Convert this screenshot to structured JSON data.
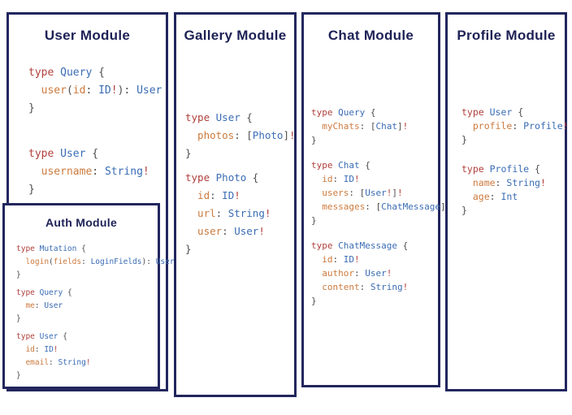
{
  "colors": {
    "navy": "#22265e",
    "title": "#1d2155",
    "kw": "#b0403c",
    "ty": "#3a6cb4",
    "fld": "#cc7a3d",
    "pn": "#4d4d4d",
    "ex": "#b0403c",
    "bg": "#ffffff"
  },
  "modules": [
    {
      "id": "user",
      "title": "User Module",
      "blocks": [
        [
          [
            [
              "kw",
              "type "
            ],
            [
              "ty",
              "Query "
            ],
            [
              "pn",
              "{"
            ]
          ],
          [
            [
              "fld",
              "  user"
            ],
            [
              "pn",
              "("
            ],
            [
              "fld",
              "id"
            ],
            [
              "pn",
              ": "
            ],
            [
              "ty",
              "ID"
            ],
            [
              "ex",
              "!"
            ],
            [
              "pn",
              "): "
            ],
            [
              "ty",
              "User"
            ]
          ],
          [
            [
              "pn",
              "}"
            ]
          ]
        ],
        [
          [
            [
              "kw",
              "type "
            ],
            [
              "ty",
              "User "
            ],
            [
              "pn",
              "{"
            ]
          ],
          [
            [
              "fld",
              "  username"
            ],
            [
              "pn",
              ": "
            ],
            [
              "ty",
              "String"
            ],
            [
              "ex",
              "!"
            ]
          ],
          [
            [
              "pn",
              "}"
            ]
          ]
        ]
      ]
    },
    {
      "id": "auth",
      "title": "Auth Module",
      "blocks": [
        [
          [
            [
              "kw",
              "type "
            ],
            [
              "ty",
              "Mutation "
            ],
            [
              "pn",
              "{"
            ]
          ],
          [
            [
              "fld",
              "  login"
            ],
            [
              "pn",
              "("
            ],
            [
              "fld",
              "fields"
            ],
            [
              "pn",
              ": "
            ],
            [
              "ty",
              "LoginFields"
            ],
            [
              "pn",
              "): "
            ],
            [
              "ty",
              "User"
            ]
          ],
          [
            [
              "pn",
              "}"
            ]
          ]
        ],
        [
          [
            [
              "kw",
              "type "
            ],
            [
              "ty",
              "Query "
            ],
            [
              "pn",
              "{"
            ]
          ],
          [
            [
              "fld",
              "  me"
            ],
            [
              "pn",
              ": "
            ],
            [
              "ty",
              "User"
            ]
          ],
          [
            [
              "pn",
              "}"
            ]
          ]
        ],
        [
          [
            [
              "kw",
              "type "
            ],
            [
              "ty",
              "User "
            ],
            [
              "pn",
              "{"
            ]
          ],
          [
            [
              "fld",
              "  id"
            ],
            [
              "pn",
              ": "
            ],
            [
              "ty",
              "ID"
            ],
            [
              "ex",
              "!"
            ]
          ],
          [
            [
              "fld",
              "  email"
            ],
            [
              "pn",
              ": "
            ],
            [
              "ty",
              "String"
            ],
            [
              "ex",
              "!"
            ]
          ],
          [
            [
              "pn",
              "}"
            ]
          ]
        ]
      ]
    },
    {
      "id": "gallery",
      "title": "Gallery Module",
      "blocks": [
        [
          [
            [
              "kw",
              "type "
            ],
            [
              "ty",
              "User "
            ],
            [
              "pn",
              "{"
            ]
          ],
          [
            [
              "fld",
              "  photos"
            ],
            [
              "pn",
              ": ["
            ],
            [
              "ty",
              "Photo"
            ],
            [
              "pn",
              "]"
            ],
            [
              "ex",
              "!"
            ]
          ],
          [
            [
              "pn",
              "}"
            ]
          ]
        ],
        [
          [
            [
              "kw",
              "type "
            ],
            [
              "ty",
              "Photo "
            ],
            [
              "pn",
              "{"
            ]
          ],
          [
            [
              "fld",
              "  id"
            ],
            [
              "pn",
              ": "
            ],
            [
              "ty",
              "ID"
            ],
            [
              "ex",
              "!"
            ]
          ],
          [
            [
              "fld",
              "  url"
            ],
            [
              "pn",
              ": "
            ],
            [
              "ty",
              "String"
            ],
            [
              "ex",
              "!"
            ]
          ],
          [
            [
              "fld",
              "  user"
            ],
            [
              "pn",
              ": "
            ],
            [
              "ty",
              "User"
            ],
            [
              "ex",
              "!"
            ]
          ],
          [
            [
              "pn",
              "}"
            ]
          ]
        ]
      ]
    },
    {
      "id": "chat",
      "title": "Chat Module",
      "blocks": [
        [
          [
            [
              "kw",
              "type "
            ],
            [
              "ty",
              "Query "
            ],
            [
              "pn",
              "{"
            ]
          ],
          [
            [
              "fld",
              "  myChats"
            ],
            [
              "pn",
              ": ["
            ],
            [
              "ty",
              "Chat"
            ],
            [
              "pn",
              "]"
            ],
            [
              "ex",
              "!"
            ]
          ],
          [
            [
              "pn",
              "}"
            ]
          ]
        ],
        [
          [
            [
              "kw",
              "type "
            ],
            [
              "ty",
              "Chat "
            ],
            [
              "pn",
              "{"
            ]
          ],
          [
            [
              "fld",
              "  id"
            ],
            [
              "pn",
              ": "
            ],
            [
              "ty",
              "ID"
            ],
            [
              "ex",
              "!"
            ]
          ],
          [
            [
              "fld",
              "  users"
            ],
            [
              "pn",
              ": ["
            ],
            [
              "ty",
              "User"
            ],
            [
              "ex",
              "!"
            ],
            [
              "pn",
              "]"
            ],
            [
              "ex",
              "!"
            ]
          ],
          [
            [
              "fld",
              "  messages"
            ],
            [
              "pn",
              ": ["
            ],
            [
              "ty",
              "ChatMessage"
            ],
            [
              "pn",
              "]"
            ],
            [
              "ex",
              "!"
            ]
          ],
          [
            [
              "pn",
              "}"
            ]
          ]
        ],
        [
          [
            [
              "kw",
              "type "
            ],
            [
              "ty",
              "ChatMessage "
            ],
            [
              "pn",
              "{"
            ]
          ],
          [
            [
              "fld",
              "  id"
            ],
            [
              "pn",
              ": "
            ],
            [
              "ty",
              "ID"
            ],
            [
              "ex",
              "!"
            ]
          ],
          [
            [
              "fld",
              "  author"
            ],
            [
              "pn",
              ": "
            ],
            [
              "ty",
              "User"
            ],
            [
              "ex",
              "!"
            ]
          ],
          [
            [
              "fld",
              "  content"
            ],
            [
              "pn",
              ": "
            ],
            [
              "ty",
              "String"
            ],
            [
              "ex",
              "!"
            ]
          ],
          [
            [
              "pn",
              "}"
            ]
          ]
        ]
      ]
    },
    {
      "id": "profile",
      "title": "Profile Module",
      "blocks": [
        [
          [
            [
              "kw",
              "type "
            ],
            [
              "ty",
              "User "
            ],
            [
              "pn",
              "{"
            ]
          ],
          [
            [
              "fld",
              "  profile"
            ],
            [
              "pn",
              ": "
            ],
            [
              "ty",
              "Profile"
            ],
            [
              "ex",
              "!"
            ]
          ],
          [
            [
              "pn",
              "}"
            ]
          ]
        ],
        [
          [
            [
              "kw",
              "type "
            ],
            [
              "ty",
              "Profile "
            ],
            [
              "pn",
              "{"
            ]
          ],
          [
            [
              "fld",
              "  name"
            ],
            [
              "pn",
              ": "
            ],
            [
              "ty",
              "String"
            ],
            [
              "ex",
              "!"
            ]
          ],
          [
            [
              "fld",
              "  age"
            ],
            [
              "pn",
              ": "
            ],
            [
              "ty",
              "Int"
            ]
          ],
          [
            [
              "pn",
              "}"
            ]
          ]
        ]
      ]
    }
  ]
}
